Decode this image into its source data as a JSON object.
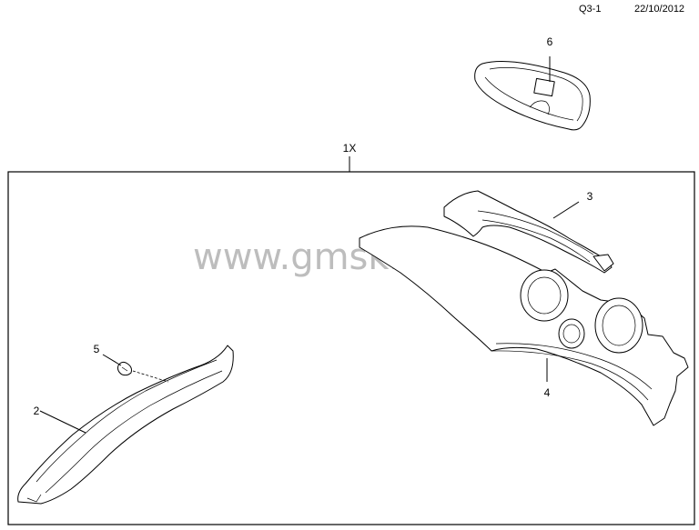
{
  "header": {
    "code": "Q3-1",
    "date": "22/10/2012"
  },
  "watermark": "www.gmsklad.ru",
  "callouts": {
    "assembly": "1X",
    "p2": "2",
    "p3": "3",
    "p4": "4",
    "p5": "5",
    "p6": "6"
  },
  "colors": {
    "line": "#000000",
    "watermark": "#bdbdbd",
    "background": "#ffffff"
  }
}
